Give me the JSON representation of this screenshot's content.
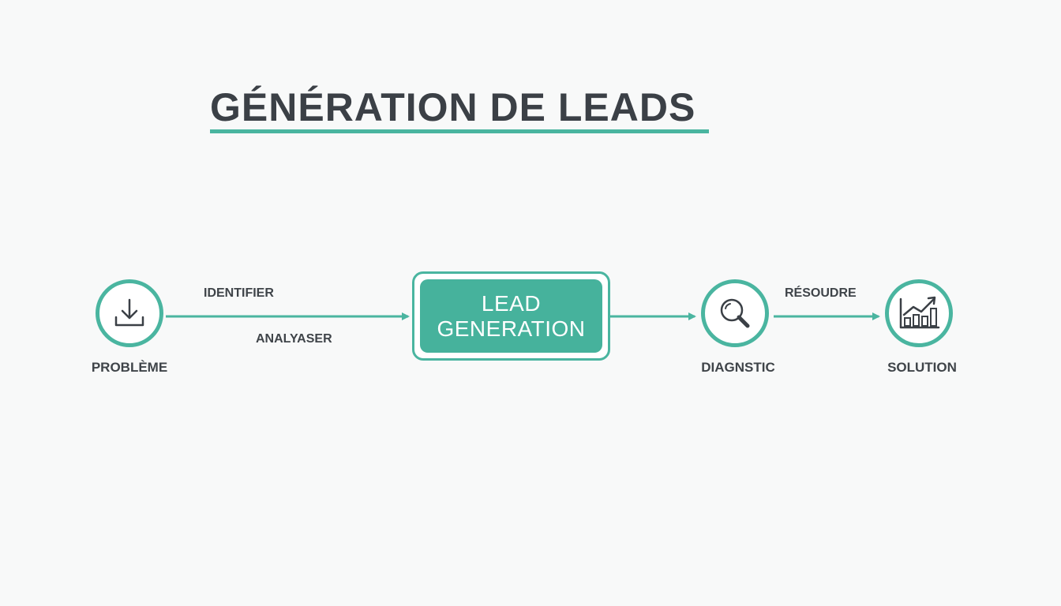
{
  "title": "GÉNÉRATION DE LEADS",
  "nodes": {
    "probleme": {
      "label": "PROBLÈME",
      "icon": "download-tray-icon"
    },
    "diagnostic": {
      "label": "DIAGNSTIC",
      "icon": "magnifier-icon"
    },
    "solution": {
      "label": "SOLUTION",
      "icon": "bar-chart-growth-icon"
    }
  },
  "center": {
    "line1": "LEAD",
    "line2": "GENERATION"
  },
  "edges": {
    "identifier": "IDENTIFIER",
    "analyser": "ANALYASER",
    "resoudre": "RÉSOUDRE"
  },
  "colors": {
    "accent": "#4ab5a0",
    "box_fill": "#46b29c",
    "text": "#3b4046"
  }
}
